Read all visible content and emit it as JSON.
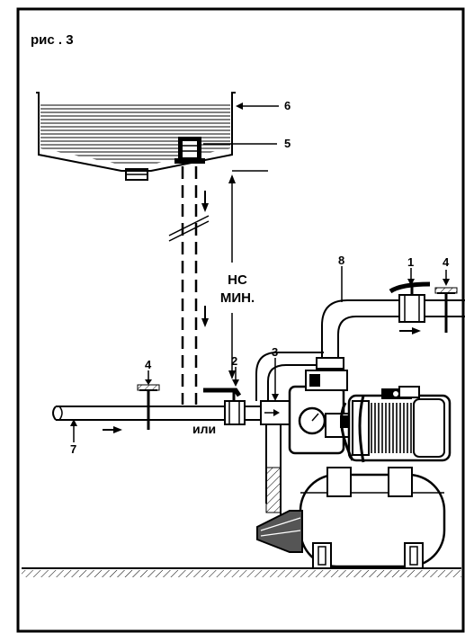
{
  "figure": {
    "title": "рис . 3"
  },
  "labels": {
    "valve_outlet": "1",
    "valve_inlet": "2",
    "check_valve": "3",
    "pipe_support": "4",
    "foot_valve": "5",
    "reservoir": "6",
    "suction_pipe": "7",
    "delivery_pipe": "8"
  },
  "annotations": {
    "head_line1": "НС",
    "head_line2": "МИН.",
    "alternative": "или"
  },
  "colors": {
    "ink": "#000000",
    "background": "#ffffff",
    "shade": "#555555"
  }
}
